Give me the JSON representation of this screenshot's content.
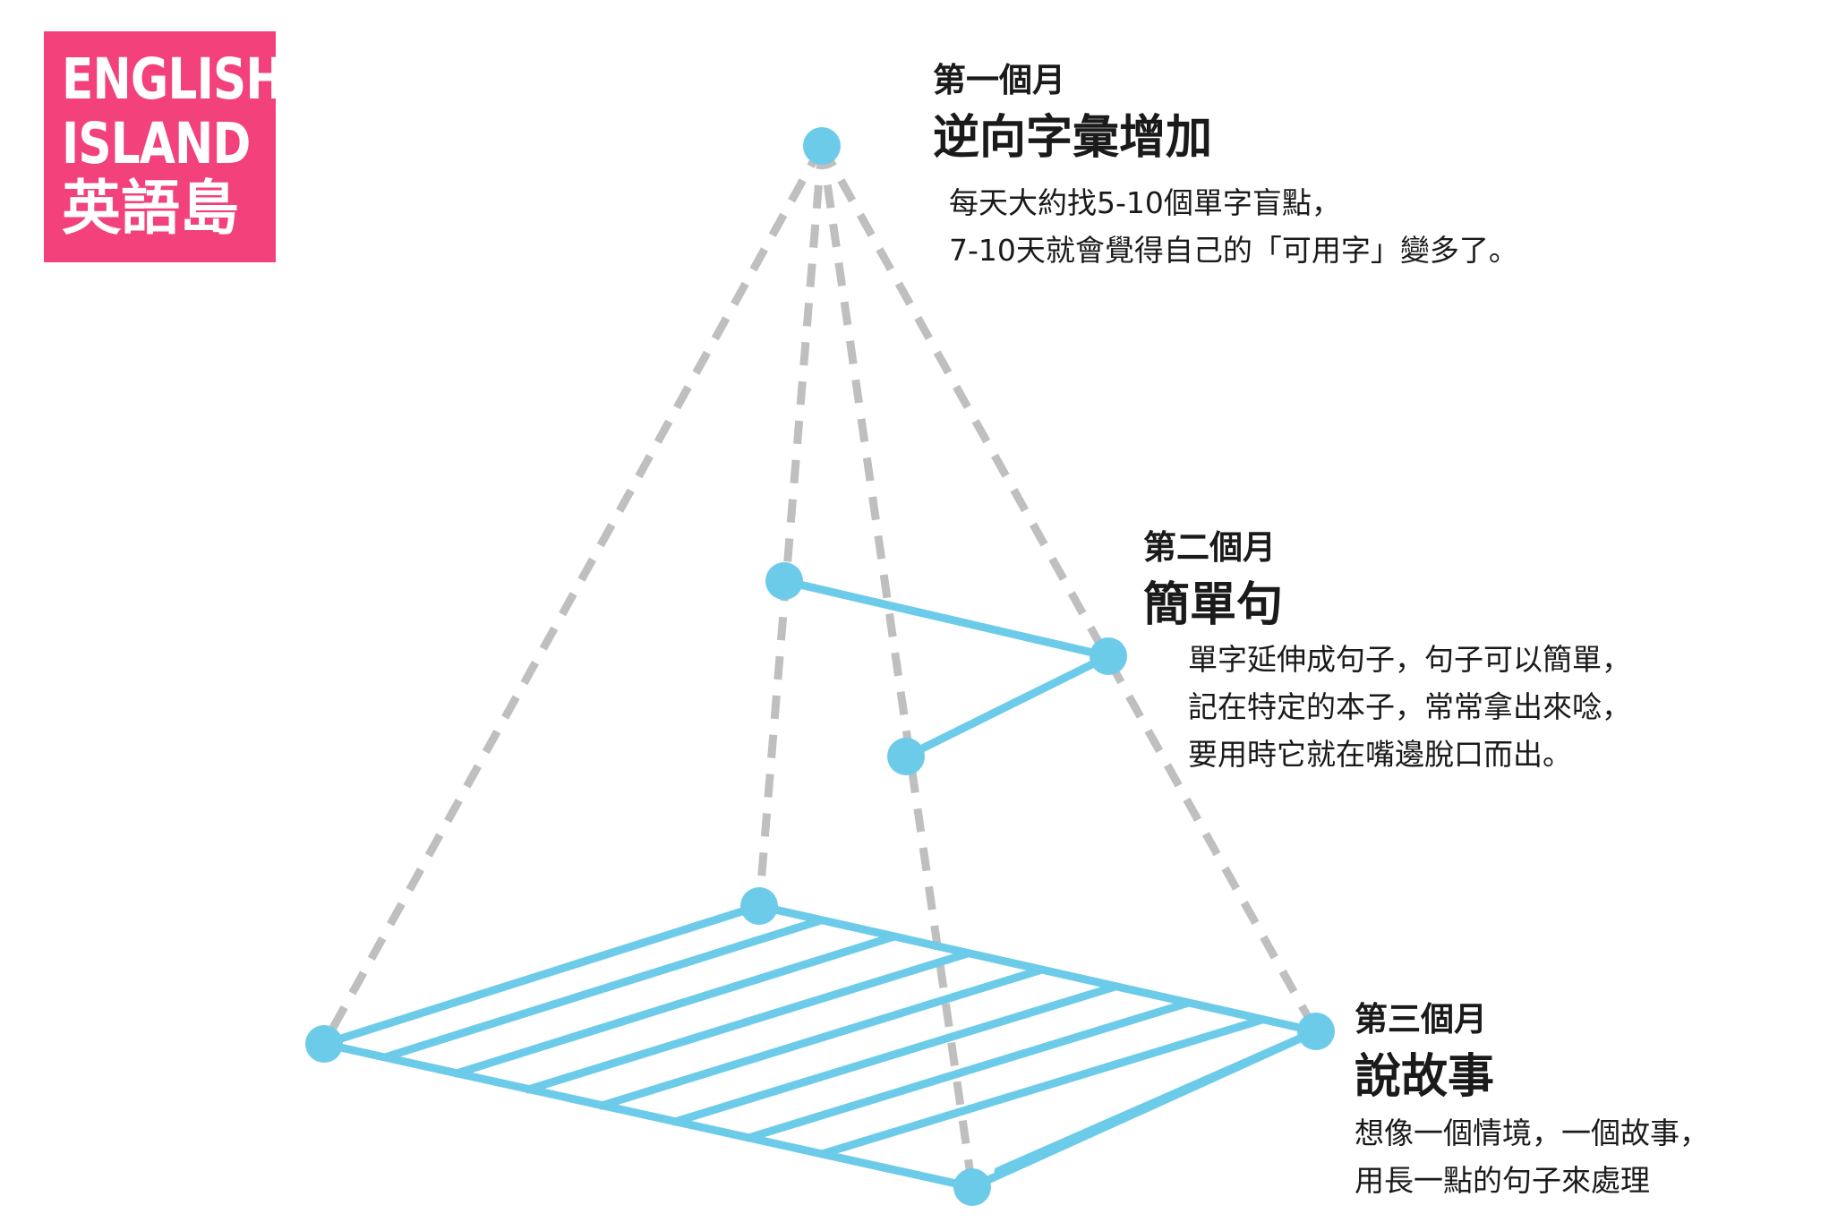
{
  "logo": {
    "line1": "ENGLISH",
    "line2": "ISLAND",
    "line3": "英語島",
    "background": "#f2417b"
  },
  "colors": {
    "accent": "#6dcbea",
    "dashed": "#bfbfbf"
  },
  "stages": [
    {
      "month": "第一個月",
      "title": "逆向字彙增加",
      "lines": [
        "每天大約找5-10個單字盲點，",
        "7-10天就會覺得自己的「可用字」變多了。"
      ]
    },
    {
      "month": "第二個月",
      "title": "簡單句",
      "lines": [
        "單字延伸成句子，句子可以簡單，",
        "記在特定的本子，常常拿出來唸，",
        "要用時它就在嘴邊脫口而出。"
      ]
    },
    {
      "month": "第三個月",
      "title": "說故事",
      "lines": [
        "想像一個情境，一個故事，",
        "用長一點的句子來處理"
      ]
    }
  ]
}
